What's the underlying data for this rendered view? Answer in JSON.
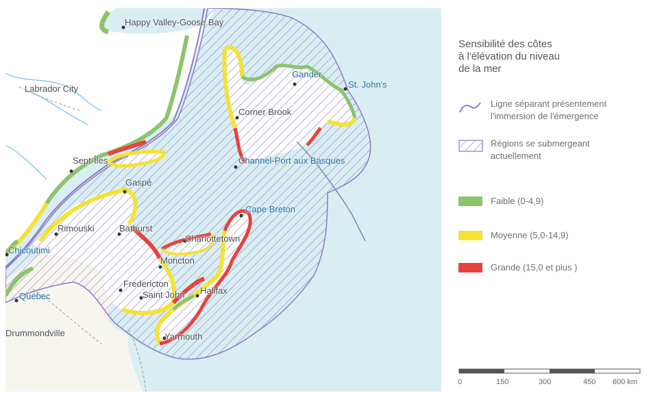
{
  "map": {
    "cities": [
      {
        "id": "happy-valley",
        "label": "Happy Valley-Goose Bay"
      },
      {
        "id": "labrador-city",
        "label": "Labrador City"
      },
      {
        "id": "gander",
        "label": "Gander"
      },
      {
        "id": "st-johns",
        "label": "St. John's"
      },
      {
        "id": "corner-brook",
        "label": "Corner Brook"
      },
      {
        "id": "sept-iles",
        "label": "Sept-Îles"
      },
      {
        "id": "channel-port",
        "label": "Channel-Port aux Basques"
      },
      {
        "id": "gaspe",
        "label": "Gaspé"
      },
      {
        "id": "cape-breton",
        "label": "Cape Breton"
      },
      {
        "id": "rimouski",
        "label": "Rimouski"
      },
      {
        "id": "bathurst",
        "label": "Bathurst"
      },
      {
        "id": "charlottetown",
        "label": "Charlottetown"
      },
      {
        "id": "chicoutimi",
        "label": "Chicoutimi"
      },
      {
        "id": "moncton",
        "label": "Moncton"
      },
      {
        "id": "fredericton",
        "label": "Fredericton"
      },
      {
        "id": "quebec",
        "label": "Québec"
      },
      {
        "id": "saint-john",
        "label": "Saint John"
      },
      {
        "id": "halifax",
        "label": "Halifax"
      },
      {
        "id": "drummondville",
        "label": "Drummondville"
      },
      {
        "id": "yarmouth",
        "label": "Yarmouth"
      }
    ],
    "colors": {
      "sea": "#d9eef2",
      "land": "#ffffff",
      "hatch_region": "#8c78c8",
      "faible": "#8cc46c",
      "moyenne": "#f4e234",
      "grande": "#e8423c"
    }
  },
  "legend": {
    "title_lines": [
      "Sensibilité des côtes",
      "à l'élévation du niveau",
      "de la mer"
    ],
    "items": [
      {
        "key": "ligne",
        "lines": [
          "Ligne séparant présentement",
          "l'immersion de l'émergence"
        ],
        "symbol": "wave-line"
      },
      {
        "key": "regions",
        "lines": [
          "Régions se submergeant",
          "actuellement"
        ],
        "symbol": "hatch-box"
      },
      {
        "key": "faible",
        "lines": [
          "Faible (0-4,9)"
        ],
        "color": "#8cc46c"
      },
      {
        "key": "moyenne",
        "lines": [
          "Moyenne (5,0-14,9)"
        ],
        "color": "#f4e234"
      },
      {
        "key": "grande",
        "lines": [
          "Grande (15,0 et plus )"
        ],
        "color": "#e8423c"
      }
    ],
    "scale": {
      "ticks": [
        "0",
        "150",
        "300",
        "450",
        "600 km"
      ]
    }
  }
}
